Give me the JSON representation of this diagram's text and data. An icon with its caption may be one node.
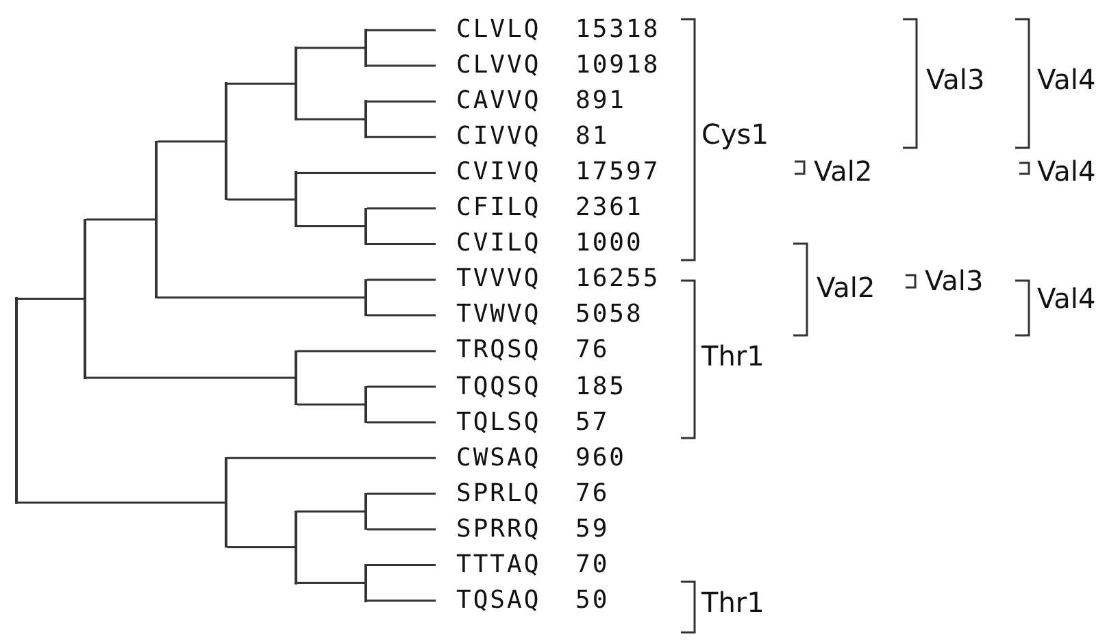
{
  "diagram": {
    "nodes": [
      {
        "text": [
          "CLVLQ",
          "15318"
        ]
      },
      {
        "text": [
          "CLVVQ",
          "10918"
        ]
      },
      {
        "text": [
          "CAVVQ",
          "891"
        ]
      },
      {
        "text": [
          "CIVVQ",
          "81"
        ]
      },
      {
        "text": [
          "CVIVQ",
          "17597"
        ]
      },
      {
        "text": [
          "CFILQ",
          "2361"
        ]
      },
      {
        "text": [
          "CVILQ",
          "1000"
        ]
      },
      {
        "text": [
          "TVVVQ",
          "16255"
        ]
      },
      {
        "text": [
          "TVWVQ",
          "5058"
        ]
      },
      {
        "text": [
          "TRQSQ",
          "76"
        ]
      },
      {
        "text": [
          "TQQSQ",
          "185"
        ]
      },
      {
        "text": [
          "TQLSQ",
          "57"
        ]
      },
      {
        "text": [
          "CWSAQ",
          "960"
        ]
      },
      {
        "text": [
          "SPRLQ",
          "76"
        ]
      },
      {
        "text": [
          "SPRRQ",
          "59"
        ]
      },
      {
        "text": [
          "TTTAQ",
          "70"
        ]
      },
      {
        "text": [
          "TQSAQ",
          "50"
        ]
      },
      {
        "text": [],
        "shape": "bar"
      },
      {
        "text": [],
        "shape": "bar"
      },
      {
        "text": [],
        "shape": "bar"
      },
      {
        "text": [],
        "shape": "bar"
      },
      {
        "text": [],
        "shape": "bar"
      },
      {
        "text": [],
        "shape": "bar"
      },
      {
        "text": [],
        "shape": "bar"
      },
      {
        "text": [],
        "shape": "bar"
      },
      {
        "text": [],
        "shape": "bar"
      },
      {
        "text": [],
        "shape": "bar"
      },
      {
        "text": [],
        "shape": "bar"
      },
      {
        "text": [],
        "shape": "bar"
      },
      {
        "text": [],
        "shape": "bar"
      },
      {
        "text": [],
        "shape": "bar"
      },
      {
        "text": [],
        "shape": "bar"
      },
      {
        "text": [],
        "shape": "bar"
      }
    ],
    "edges": [
      {
        "from": 17,
        "to": 18,
        "arrow": "none"
      },
      {
        "from": 17,
        "to": 29,
        "arrow": "none"
      },
      {
        "from": 18,
        "to": 19,
        "arrow": "none"
      },
      {
        "from": 18,
        "to": 27,
        "arrow": "none"
      },
      {
        "from": 19,
        "to": 20,
        "arrow": "none"
      },
      {
        "from": 19,
        "to": 26,
        "arrow": "none"
      },
      {
        "from": 20,
        "to": 21,
        "arrow": "none"
      },
      {
        "from": 20,
        "to": 24,
        "arrow": "none"
      },
      {
        "from": 21,
        "to": 22,
        "arrow": "none"
      },
      {
        "from": 21,
        "to": 23,
        "arrow": "none"
      },
      {
        "from": 22,
        "to": 0,
        "arrow": "none"
      },
      {
        "from": 22,
        "to": 1,
        "arrow": "none"
      },
      {
        "from": 23,
        "to": 2,
        "arrow": "none"
      },
      {
        "from": 23,
        "to": 3,
        "arrow": "none"
      },
      {
        "from": 24,
        "to": 4,
        "arrow": "none"
      },
      {
        "from": 24,
        "to": 25,
        "arrow": "none"
      },
      {
        "from": 25,
        "to": 5,
        "arrow": "none"
      },
      {
        "from": 25,
        "to": 6,
        "arrow": "none"
      },
      {
        "from": 26,
        "to": 7,
        "arrow": "none"
      },
      {
        "from": 26,
        "to": 8,
        "arrow": "none"
      },
      {
        "from": 27,
        "to": 9,
        "arrow": "none"
      },
      {
        "from": 27,
        "to": 28,
        "arrow": "none"
      },
      {
        "from": 28,
        "to": 10,
        "arrow": "none"
      },
      {
        "from": 28,
        "to": 11,
        "arrow": "none"
      },
      {
        "from": 29,
        "to": 12,
        "arrow": "none"
      },
      {
        "from": 29,
        "to": 30,
        "arrow": "none"
      },
      {
        "from": 30,
        "to": 31,
        "arrow": "none"
      },
      {
        "from": 30,
        "to": 32,
        "arrow": "none"
      },
      {
        "from": 31,
        "to": 13,
        "arrow": "none"
      },
      {
        "from": 31,
        "to": 14,
        "arrow": "none"
      },
      {
        "from": 32,
        "to": 15,
        "arrow": "none"
      },
      {
        "from": 32,
        "to": 16,
        "arrow": "none"
      }
    ],
    "labels": [
      "Val3",
      "Val4",
      "Cys1",
      "Val2",
      "Val4",
      "Val2",
      "Val3",
      "Val4",
      "Thr1",
      "Thr1"
    ]
  }
}
